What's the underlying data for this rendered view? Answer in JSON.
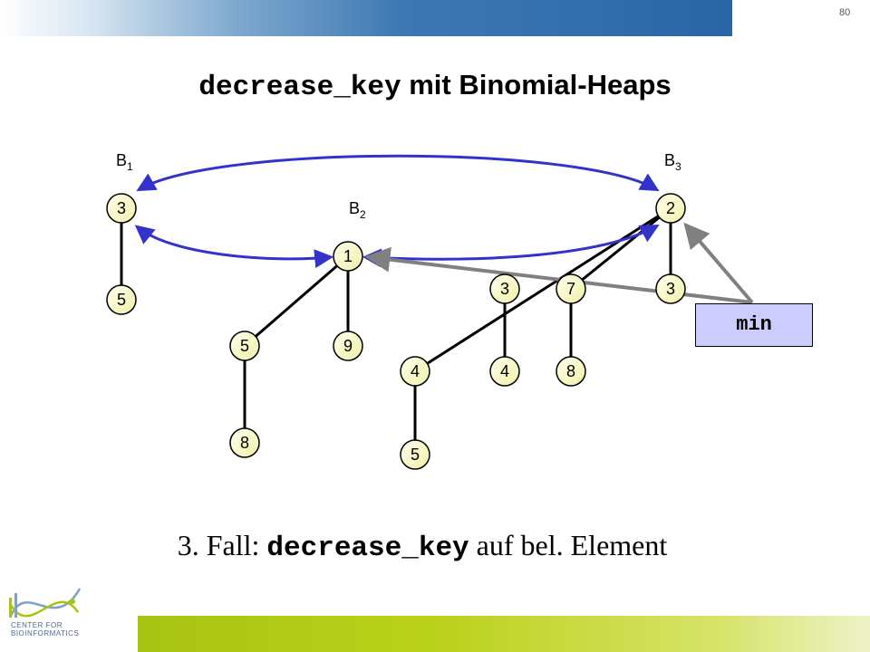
{
  "page_number": "80",
  "title": {
    "code": "decrease_key",
    "rest": " mit Binomial-Heaps"
  },
  "trees": [
    {
      "base": "B",
      "sub": "1"
    },
    {
      "base": "B",
      "sub": "2"
    },
    {
      "base": "B",
      "sub": "3"
    }
  ],
  "nodes": {
    "b1_root": "3",
    "b1_child": "5",
    "b2_root": "1",
    "b2_c5": "5",
    "b2_c9": "9",
    "b2_c8": "8",
    "b3_root": "2",
    "b3_c3a": "3",
    "b3_c7": "7",
    "b3_c3b": "3",
    "b3_c4a": "4",
    "b3_c4b": "4",
    "b3_c8": "8",
    "b3_c5": "5"
  },
  "min_label": "min",
  "caption": {
    "prefix": "3. Fall: ",
    "code": "decrease_key",
    "suffix": " auf bel. Element"
  },
  "logo": {
    "line1": "CENTER FOR",
    "line2": "BIOINFORMATICS"
  },
  "colors": {
    "root_list_arrow": "#3333cc",
    "min_pointer": "#808080",
    "node_fill": "#ffffcc",
    "min_box": "#ccccff"
  }
}
